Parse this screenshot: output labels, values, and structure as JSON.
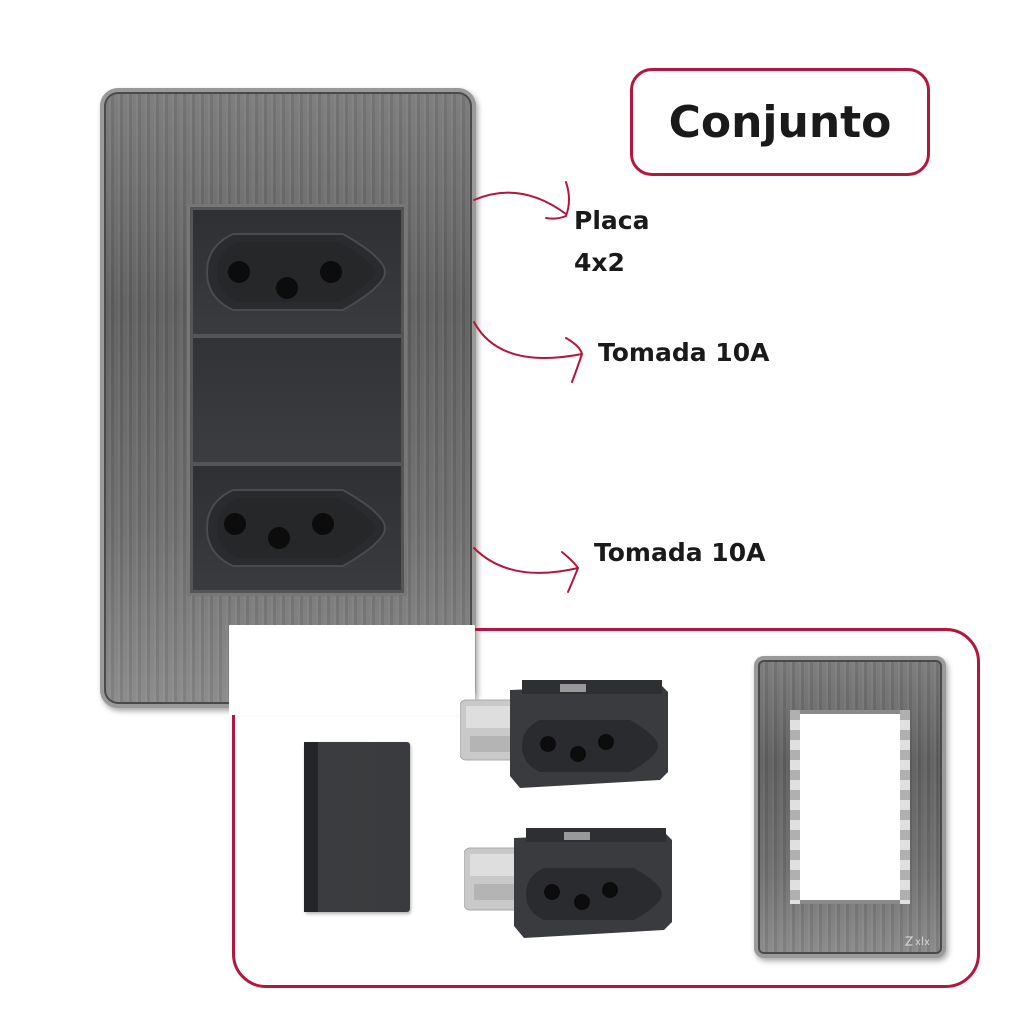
{
  "title": "Conjunto",
  "callouts": {
    "plate_line1": "Placa",
    "plate_line2": "4x2",
    "outlet_top": "Tomada 10A",
    "outlet_bottom": "Tomada 10A"
  },
  "colors": {
    "accent": "#b5163b",
    "plate": "#6e6e6e",
    "module": "#333438"
  }
}
